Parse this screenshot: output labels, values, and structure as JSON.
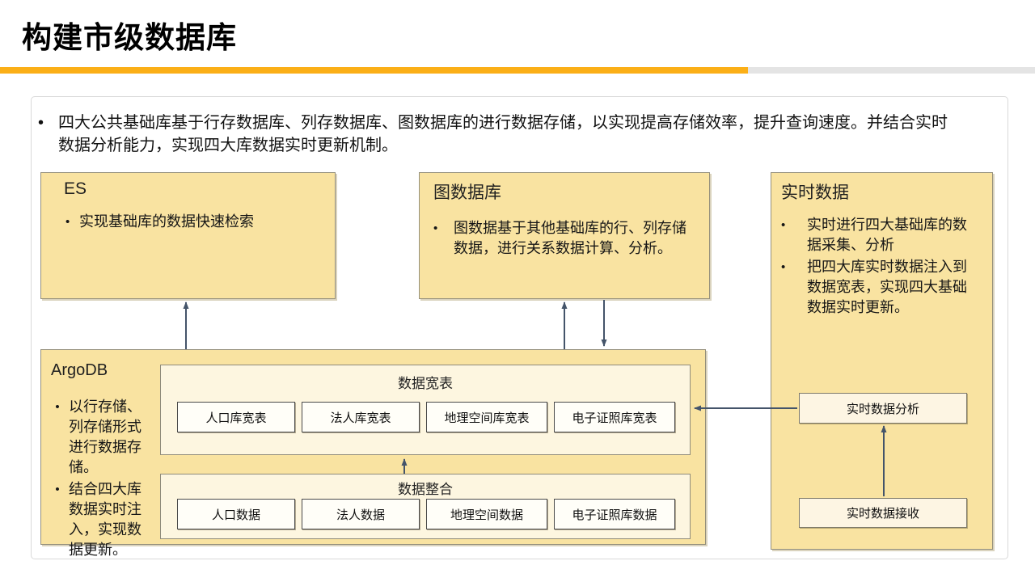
{
  "slide": {
    "title": "构建市级数据库",
    "intro_bullet": "四大公共基础库基于行存数据库、列存数据库、图数据库的进行数据存储，以实现提高存储效率，提升查询速度。并结合实时数据分析能力，实现四大库数据实时更新机制。"
  },
  "colors": {
    "accent_orange": "#FBAF17",
    "bar_gray": "#E4E4E4",
    "box_yellow": "#F9E3A1",
    "box_cream": "#FDF6E0",
    "chip_white": "#FFFEF8",
    "arrow": "#44546A"
  },
  "boxes": {
    "es": {
      "title": "ES",
      "bullets": [
        "实现基础库的数据快速检索"
      ]
    },
    "graph_db": {
      "title": "图数据库",
      "bullets": [
        "图数据基于其他基础库的行、列存储数据，进行关系数据计算、分析。"
      ]
    },
    "realtime": {
      "title": "实时数据",
      "bullets": [
        "实时进行四大基础库的数据采集、分析",
        "把四大库实时数据注入到数据宽表，实现四大基础数据实时更新。"
      ],
      "analysis_label": "实时数据分析",
      "receive_label": "实时数据接收"
    },
    "argodb": {
      "title": "ArgoDB",
      "bullets": [
        "以行存储、列存储形式进行数据存储。",
        "结合四大库数据实时注入，实现数据更新。"
      ],
      "wide_table": {
        "header": "数据宽表",
        "items": [
          "人口库宽表",
          "法人库宽表",
          "地理空间库宽表",
          "电子证照库宽表"
        ]
      },
      "integration": {
        "header": "数据整合",
        "items": [
          "人口数据",
          "法人数据",
          "地理空间数据",
          "电子证照库数据"
        ]
      }
    }
  }
}
